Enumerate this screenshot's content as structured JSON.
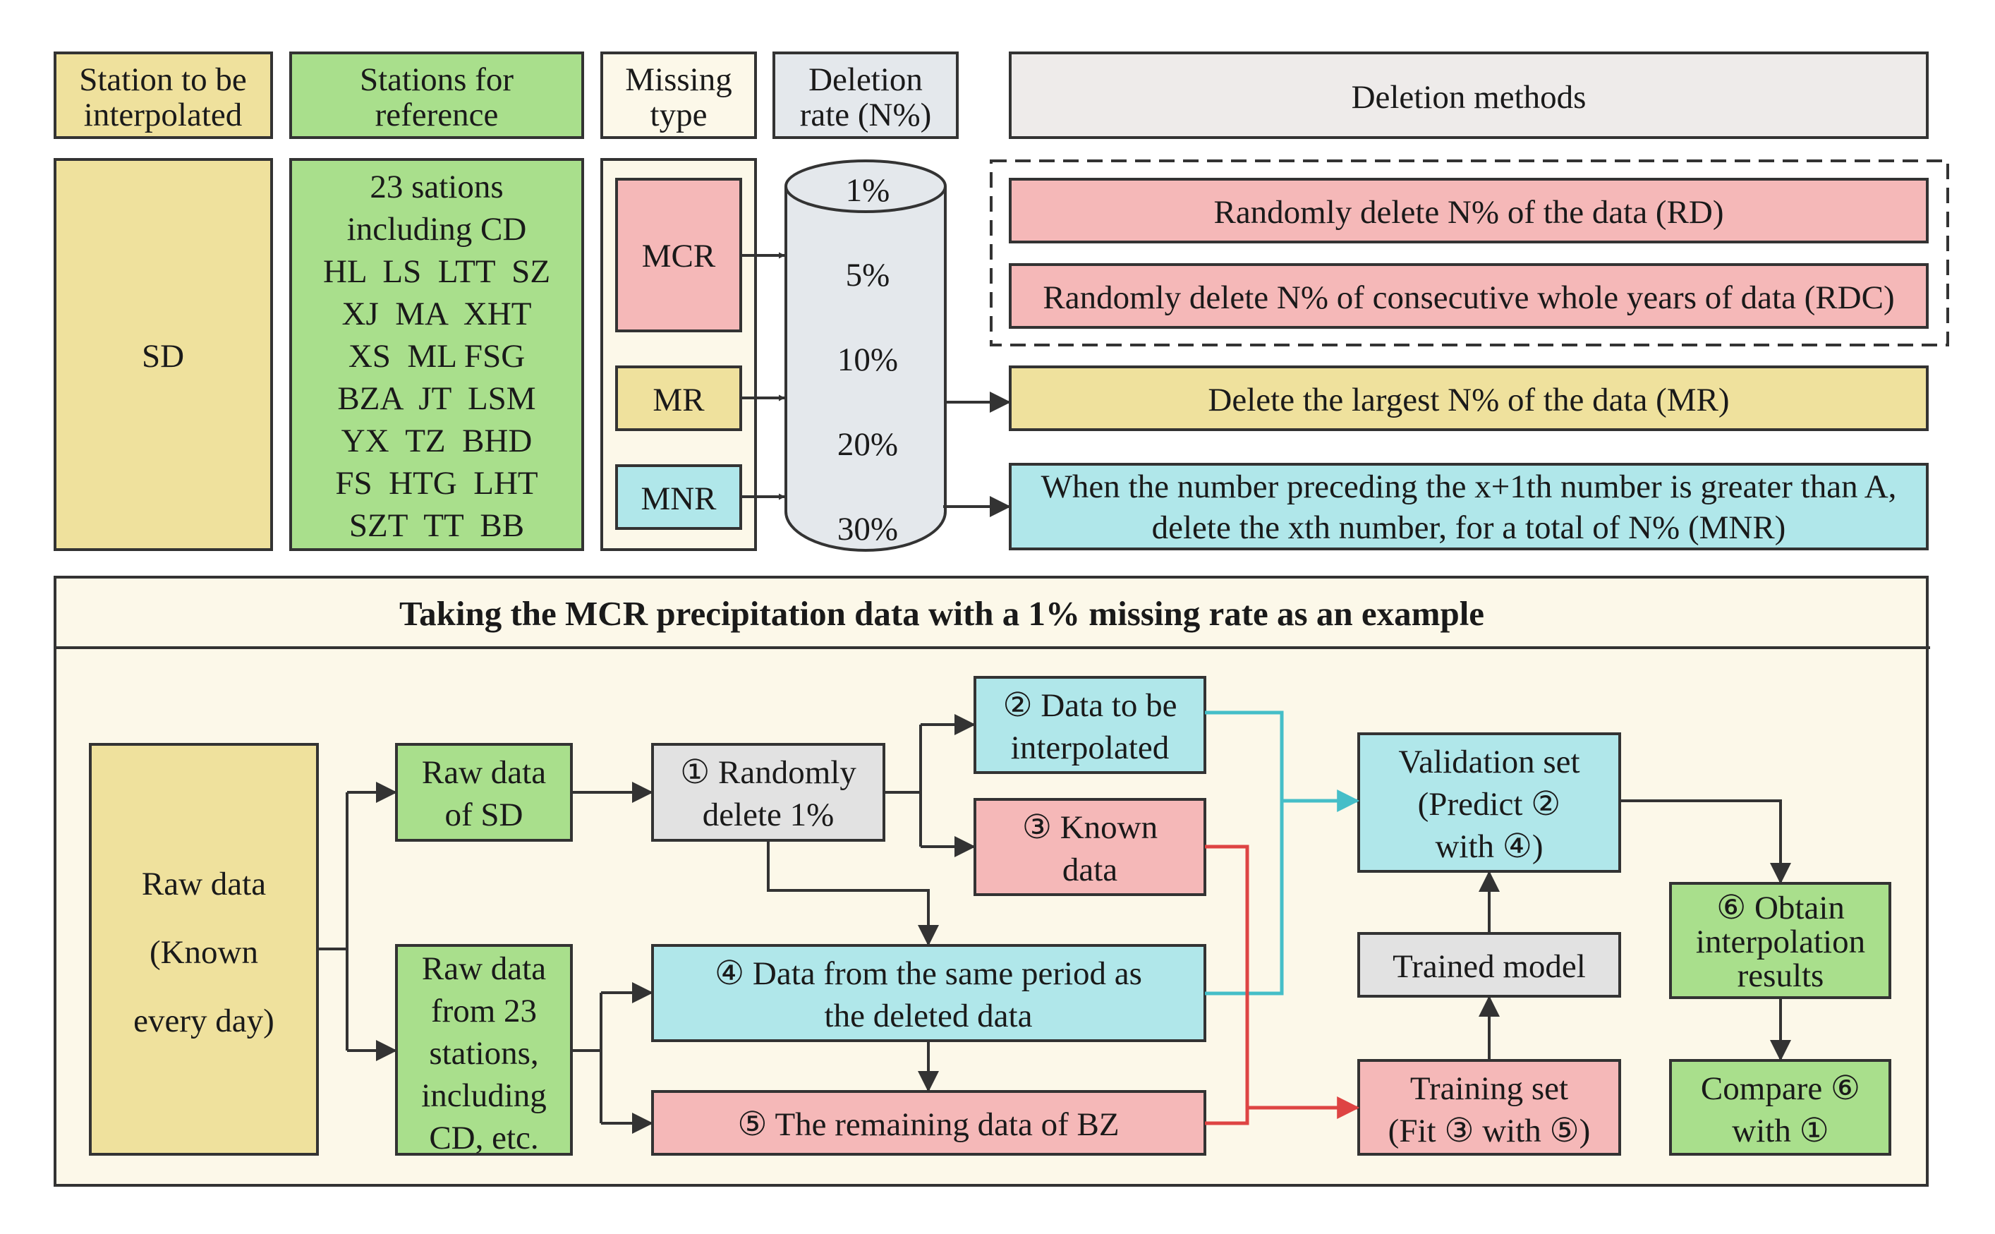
{
  "headers": {
    "station": [
      "Station to be",
      "interpolated"
    ],
    "reference": [
      "Stations for",
      "reference"
    ],
    "missing": [
      "Missing",
      "type"
    ],
    "deletion_rate": [
      "Deletion",
      "rate (N%)"
    ],
    "methods": "Deletion methods"
  },
  "station_value": "SD",
  "reference_lines": [
    "23 sations",
    "including CD",
    "HL  LS  LTT  SZ",
    "XJ  MA  XHT",
    "XS  ML FSG",
    "BZA  JT  LSM",
    "YX  TZ  BHD",
    "FS  HTG  LHT",
    "SZT  TT  BB"
  ],
  "missing_types": [
    "MCR",
    "MR",
    "MNR"
  ],
  "rates": [
    "1%",
    "5%",
    "10%",
    "20%",
    "30%"
  ],
  "methods": {
    "rd": "Randomly delete N% of the data (RD)",
    "rdc": "Randomly delete N% of consecutive whole years of data (RDC)",
    "mr": "Delete the largest N% of the data (MR)",
    "mnr": [
      "When the number preceding the x+1th number is greater than A,",
      "delete the xth number, for a total of N% (MNR)"
    ]
  },
  "example_title": "Taking the MCR precipitation data with a 1% missing rate as an example",
  "flow": {
    "raw": [
      "Raw data",
      "(Known",
      "every day)"
    ],
    "raw_sd": [
      "Raw data",
      "of SD"
    ],
    "raw_23": [
      "Raw data",
      "from 23",
      "stations,",
      "including",
      "CD, etc."
    ],
    "step1": [
      "① Randomly",
      "delete 1%"
    ],
    "step2": [
      "② Data to be",
      "interpolated"
    ],
    "step3": [
      "③ Known",
      "data"
    ],
    "step4": [
      "④ Data from the same period as",
      "the deleted data"
    ],
    "step5": "⑤ The remaining data of BZ",
    "validation": [
      "Validation set",
      "(Predict ②",
      "with ④)"
    ],
    "trained": "Trained model",
    "training": [
      "Training set",
      "(Fit ③ with ⑤)"
    ],
    "step6": [
      "⑥ Obtain",
      "interpolation",
      "results"
    ],
    "compare": [
      "Compare ⑥",
      "with ①"
    ]
  },
  "colors": {
    "yellow": "#efe19d",
    "green": "#a9df8c",
    "pink": "#f5b8b8",
    "cyan": "#b0e7ea",
    "grey": "#e2e2e2",
    "cream": "#fcf8e9",
    "arrow_cyan": "#45bec8",
    "arrow_red": "#de4443"
  }
}
